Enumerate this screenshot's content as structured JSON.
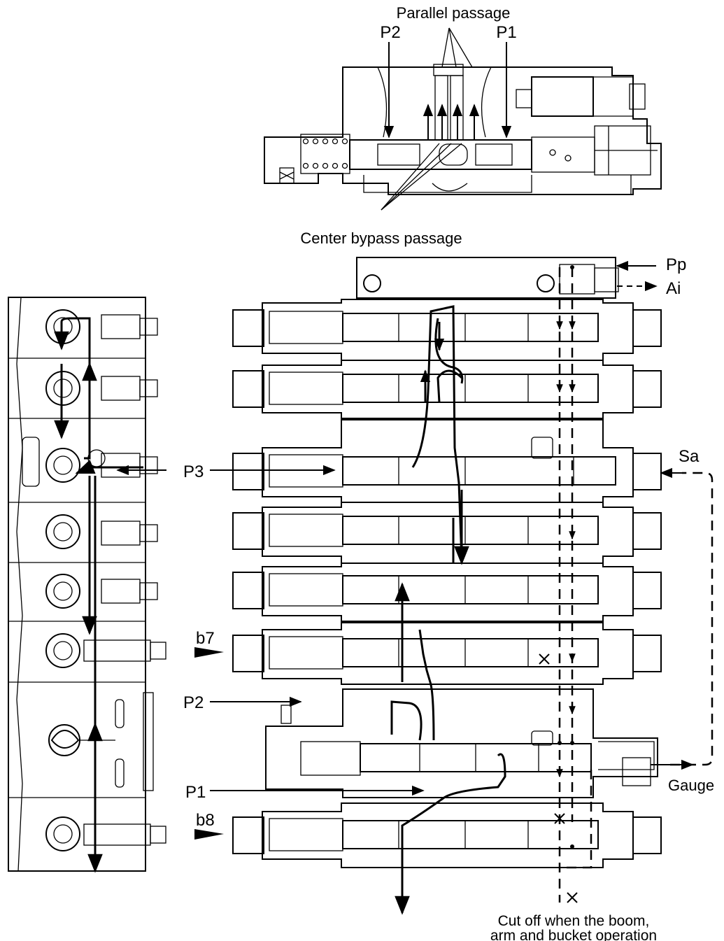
{
  "labels": {
    "parallel_passage": "Parallel passage",
    "center_bypass_passage": "Center bypass passage",
    "port_p2_top": "P2",
    "port_p1_top": "P1",
    "port_pp": "Pp",
    "port_ai": "Ai",
    "port_p3": "P3",
    "port_sa": "Sa",
    "port_b7": "b7",
    "port_p2": "P2",
    "port_p1": "P1",
    "port_b8": "b8",
    "gauge": "Gauge",
    "cutoff_note_line1": "Cut off when the boom,",
    "cutoff_note_line2": "arm and bucket operation"
  },
  "colors": {
    "line": "#000000",
    "background": "#ffffff"
  }
}
